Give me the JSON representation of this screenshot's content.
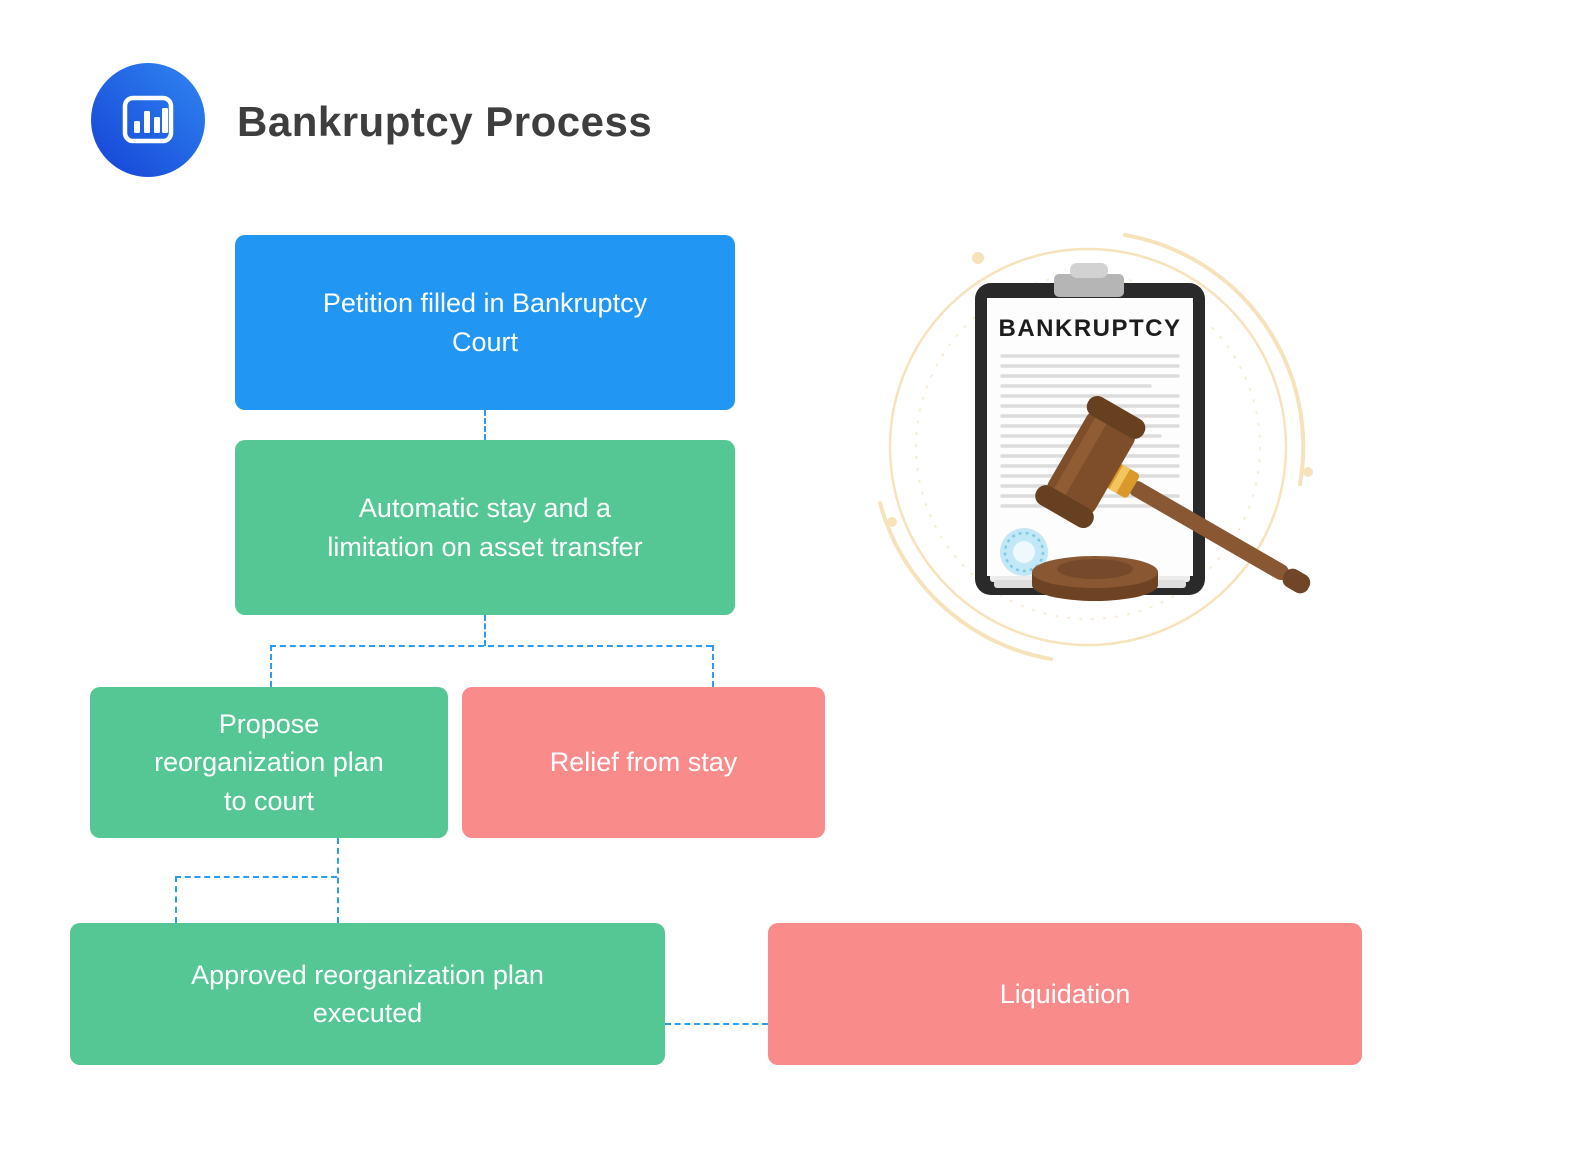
{
  "header": {
    "title": "Bankruptcy Process",
    "icon": "bar-chart-icon"
  },
  "flowchart": {
    "nodes": {
      "petition": {
        "label": "Petition filled in Bankruptcy\nCourt",
        "color": "#2196f3"
      },
      "stay": {
        "label": "Automatic stay and a\nlimitation on asset transfer",
        "color": "#55c795"
      },
      "propose": {
        "label": "Propose\nreorganization plan\nto court",
        "color": "#55c795"
      },
      "relief": {
        "label": "Relief from stay",
        "color": "#f98b8b"
      },
      "approved": {
        "label": "Approved reorganization plan\nexecuted",
        "color": "#55c795"
      },
      "liquidation": {
        "label": "Liquidation",
        "color": "#f98b8b"
      }
    },
    "edges": [
      {
        "from": "petition",
        "to": "stay"
      },
      {
        "from": "stay",
        "to": "propose"
      },
      {
        "from": "stay",
        "to": "relief"
      },
      {
        "from": "propose",
        "to": "approved"
      },
      {
        "from": "approved",
        "to": "liquidation"
      }
    ],
    "connector_color": "#2d9bf0",
    "text_color": "#ffffff"
  },
  "illustration": {
    "clipboard_label": "BANKRUPTCY"
  },
  "colors": {
    "primary_blue": "#2196f3",
    "success_green": "#55c795",
    "danger_red": "#f98b8b",
    "title_text": "#3e3e3e",
    "decor_cream": "#f7e3bb"
  }
}
